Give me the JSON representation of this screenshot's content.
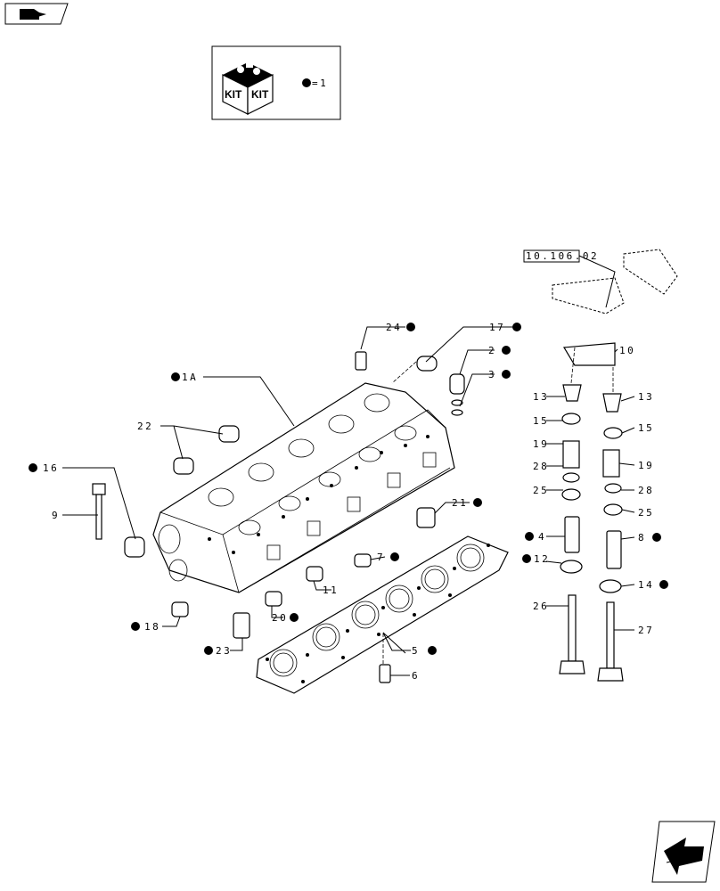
{
  "kit_legend": {
    "kit_text": "KIT",
    "equals_text": "=1"
  },
  "reference_box": "10.106.02",
  "labels": {
    "l1A": "1A",
    "l2": "2",
    "l3": "3",
    "l4": "4",
    "l5": "5",
    "l6": "6",
    "l7": "7",
    "l8": "8",
    "l9": "9",
    "l10": "10",
    "l11": "11",
    "l12": "12",
    "l13a": "13",
    "l13b": "13",
    "l14": "14",
    "l15a": "15",
    "l15b": "15",
    "l16": "16",
    "l17": "17",
    "l18": "18",
    "l19a": "19",
    "l19b": "19",
    "l20": "20",
    "l21": "21",
    "l22": "22",
    "l23": "23",
    "l24": "24",
    "l25a": "25",
    "l25b": "25",
    "l26": "26",
    "l27": "27",
    "l28a": "28",
    "l28b": "28"
  },
  "icons": {
    "top_left": "folder-arrow-icon",
    "bottom_right": "next-page-arrow-icon",
    "kit_box": "kit-box-icon"
  }
}
